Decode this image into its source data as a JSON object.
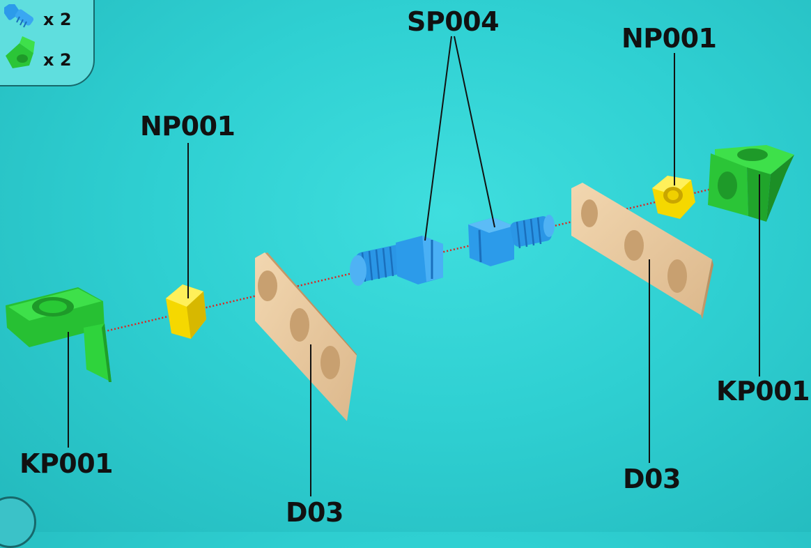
{
  "parts_list": {
    "items": [
      {
        "icon": "blue-screw-icon",
        "qty": "x 2"
      },
      {
        "icon": "green-angle-bracket-icon",
        "qty": "x 2"
      }
    ]
  },
  "labels": {
    "sp004": "SP004",
    "np001_left": "NP001",
    "np001_right": "NP001",
    "kp001_left": "KP001",
    "kp001_right": "KP001",
    "d03_left": "D03",
    "d03_right": "D03"
  },
  "colors": {
    "background": "#2fd0d2",
    "bracket": "#2fcc3a",
    "nut": "#f5d800",
    "screw": "#2c9bea",
    "plate": "#e9c9a0",
    "axis": "#e0221c",
    "leader": "#111111"
  }
}
